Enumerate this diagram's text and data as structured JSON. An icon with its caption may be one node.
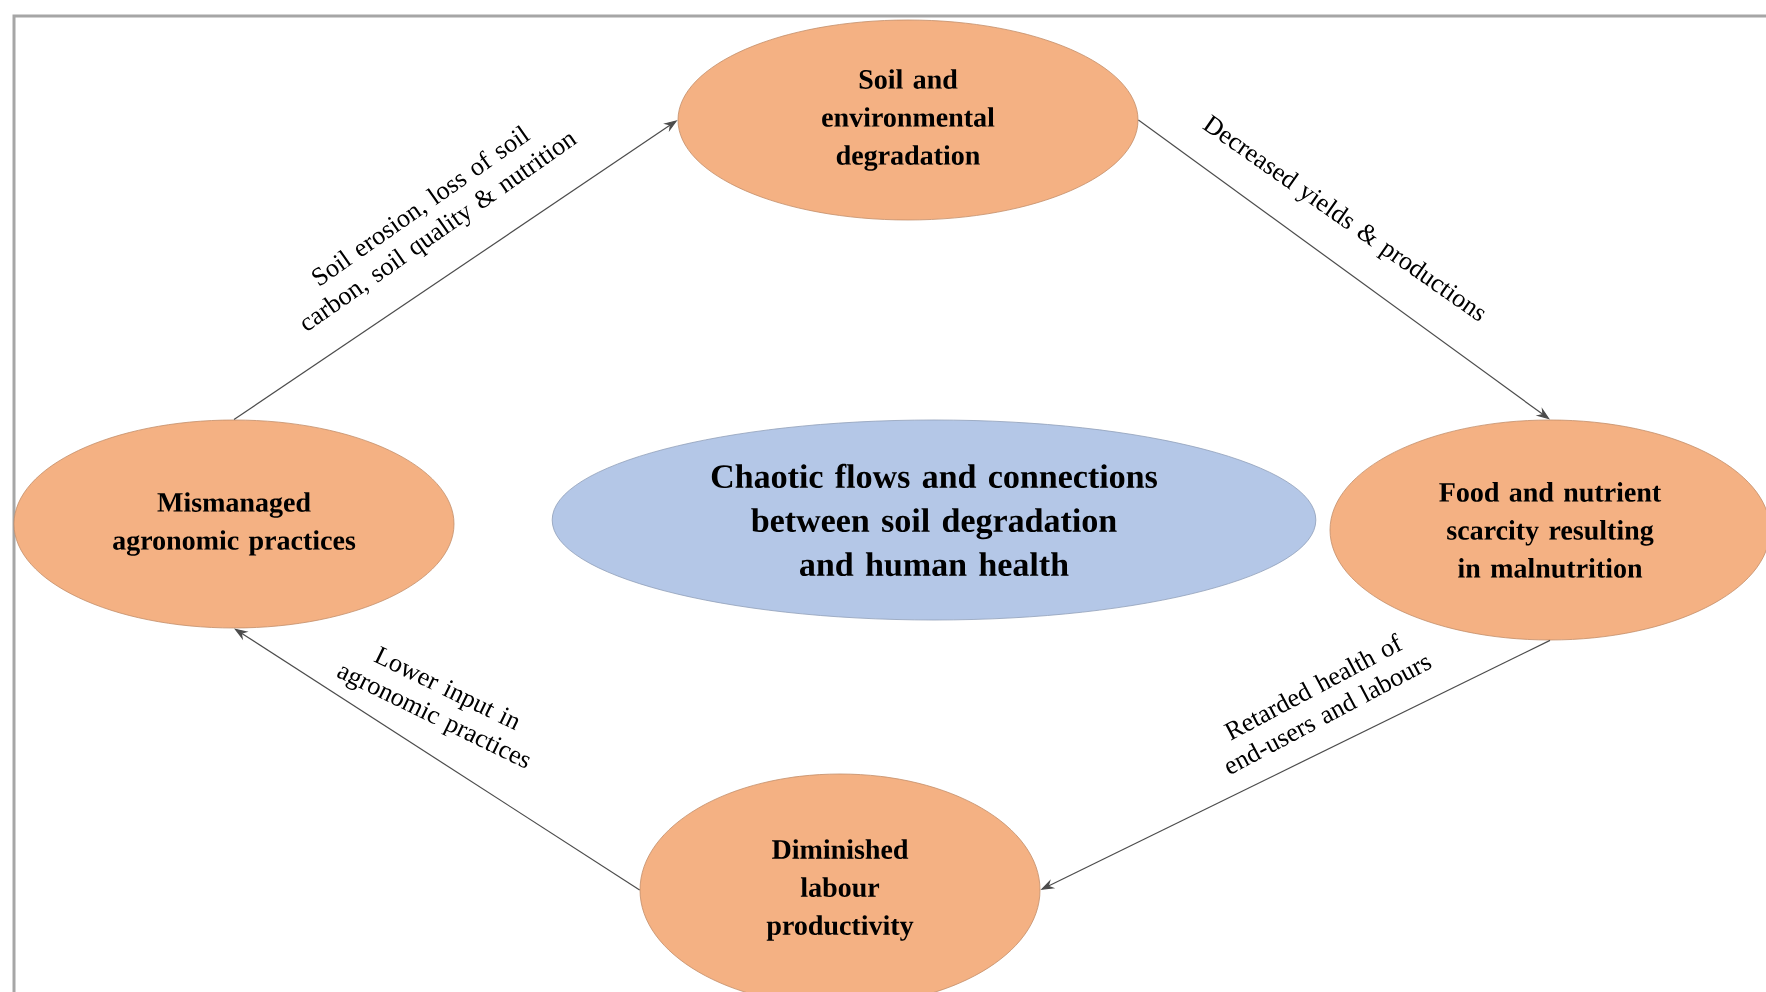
{
  "diagram": {
    "nodes": [
      {
        "text": [
          "Soil and environmental degradation"
        ]
      },
      {
        "text": [
          "Food and nutrient scarcity resulting in malnutrition"
        ]
      },
      {
        "text": [
          "Diminished labour productivity"
        ]
      },
      {
        "text": [
          "Mismanaged agronomic practices"
        ]
      },
      {
        "text": [
          "Chaotic flows and connections between soil degradation and human health"
        ]
      }
    ],
    "edges": [
      {
        "from": 3,
        "to": 0,
        "arrow": "to",
        "label": "Soil erosion, loss of soil carbon, soil quality & nutrition"
      },
      {
        "from": 0,
        "to": 1,
        "arrow": "to",
        "label": "Decreased yields & productions"
      },
      {
        "from": 1,
        "to": 2,
        "arrow": "to",
        "label": "Retarded health of end-users and labours"
      },
      {
        "from": 2,
        "to": 3,
        "arrow": "to",
        "label": "Lower input in agronomic practices"
      }
    ]
  }
}
